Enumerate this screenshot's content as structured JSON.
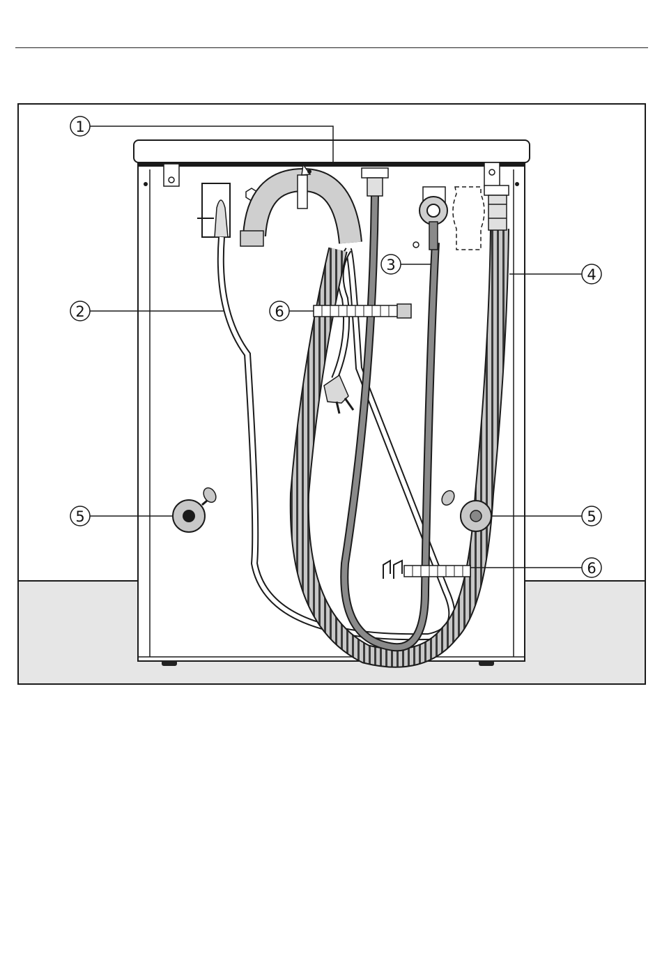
{
  "figure": {
    "callouts": [
      {
        "id": "c1",
        "label": "1"
      },
      {
        "id": "c2",
        "label": "2"
      },
      {
        "id": "c3",
        "label": "3"
      },
      {
        "id": "c4",
        "label": "4"
      },
      {
        "id": "c5a",
        "label": "5"
      },
      {
        "id": "c5b",
        "label": "5"
      },
      {
        "id": "c6a",
        "label": "6"
      },
      {
        "id": "c6b",
        "label": "6"
      }
    ],
    "colors": {
      "line": "#1a1a1a",
      "floor": "#e6e6e6",
      "hose_dark": "#8a8a8a",
      "hose_gray": "#b4b4b4"
    }
  }
}
